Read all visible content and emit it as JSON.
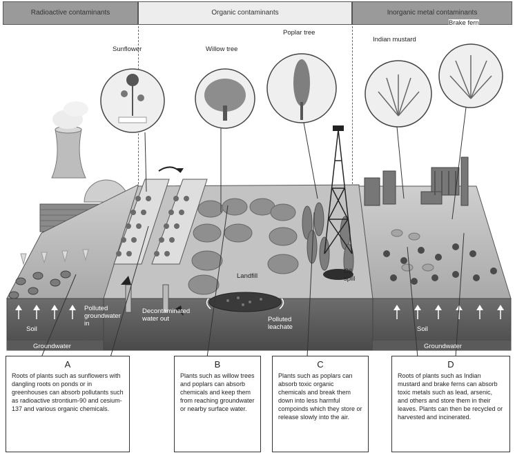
{
  "header": {
    "radioactive": "Radioactive contaminants",
    "organic": "Organic contaminants",
    "inorganic": "Inorganic metal contaminants"
  },
  "plants": {
    "sunflower": "Sunflower",
    "willow": "Willow tree",
    "poplar": "Poplar tree",
    "mustard": "Indian mustard",
    "fern": "Brake fern"
  },
  "scene": {
    "landfill": "Landfill",
    "oil_spill": "Oil spill",
    "polluted_groundwater": "Polluted groundwater in",
    "decontaminated_water": "Decontaminated water out",
    "polluted_leachate": "Polluted leachate",
    "soil_left": "Soil",
    "groundwater_left": "Groundwater",
    "soil_right": "Soil",
    "groundwater_right": "Groundwater"
  },
  "boxes": [
    {
      "letter": "A",
      "text": "Roots of plants such as sunflowers with dangling roots on ponds or in greenhouses can absorb pollutants such as radioactive strontium-90 and cesium-137 and various organic chemicals."
    },
    {
      "letter": "B",
      "text": "Plants such as willow trees and poplars can absorb chemicals and keep them from reaching groundwater or nearby surface water."
    },
    {
      "letter": "C",
      "text": "Plants such as poplars can absorb toxic organic chemicals and break them down into less harmful compoinds which they store or release slowly into the air."
    },
    {
      "letter": "D",
      "text": "Roots of plants such as Indian mustard and brake ferns can absorb toxic metals such as lead, arsenic, and others and store them in their leaves. Plants can then be recycled or harvested and incinerated."
    }
  ]
}
